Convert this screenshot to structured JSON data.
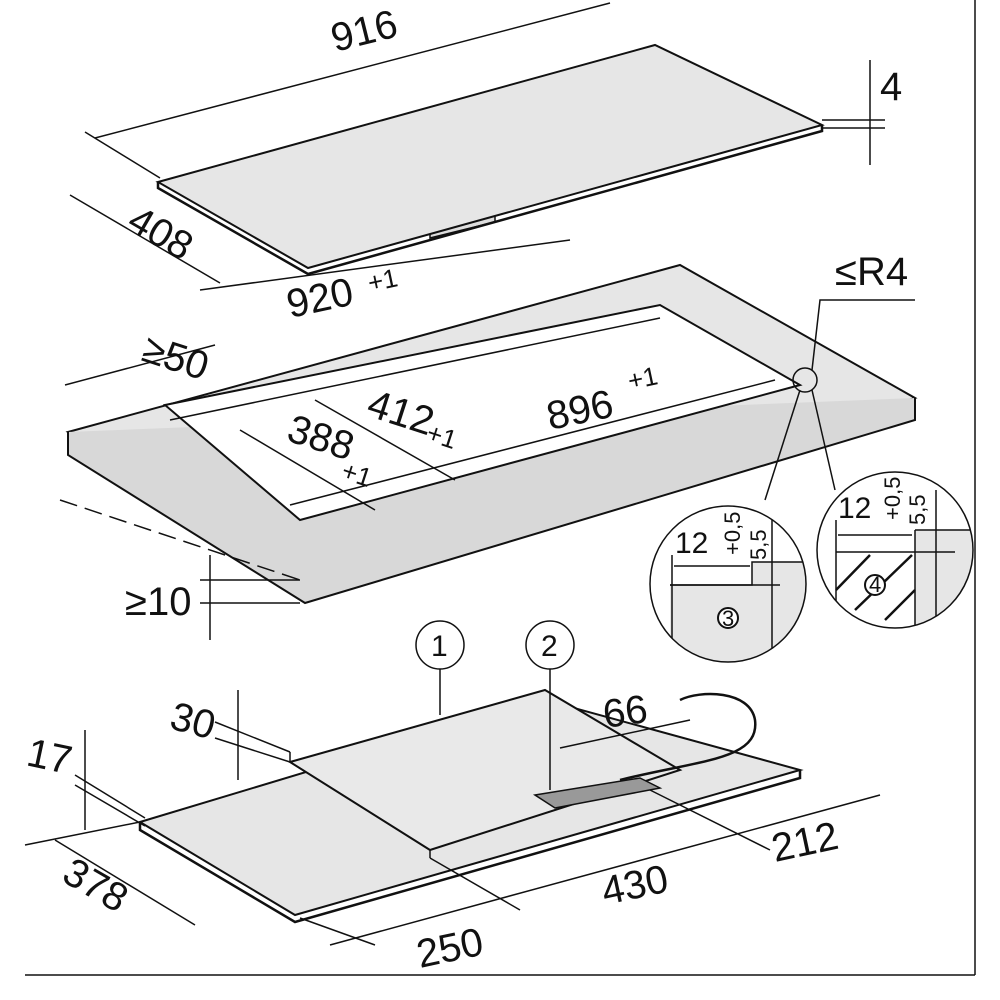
{
  "hob": {
    "width": "916",
    "depth": "408",
    "thickness": "4",
    "overall_width": "920",
    "overall_width_tol": "+1"
  },
  "cutout": {
    "corner_radius": "≤R4",
    "min_edge_distance": "≥50",
    "depth": "412",
    "depth_tol": "+1",
    "width": "896",
    "width_tol": "+1",
    "inner_depth": "388",
    "inner_depth_tol": "+1",
    "min_worktop_thickness": "≥10"
  },
  "details": [
    {
      "number": "3",
      "width": "12",
      "depth": "5,5",
      "depth_tol": "+0,5"
    },
    {
      "number": "4",
      "width": "12",
      "depth": "5,5",
      "depth_tol": "+0,5"
    }
  ],
  "underside": {
    "callout_1": "1",
    "callout_2": "2",
    "height_a": "30",
    "height_b": "17",
    "cable_offset": "66",
    "depth": "378",
    "front_offset": "250",
    "width_a": "430",
    "width_b": "212"
  }
}
